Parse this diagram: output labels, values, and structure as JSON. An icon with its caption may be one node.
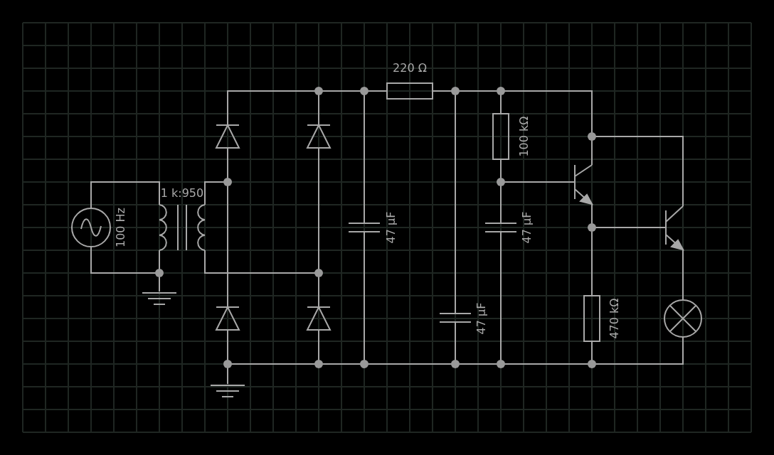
{
  "diagram": {
    "labels": [
      "220 Ω",
      "100 kΩ",
      "1 k:950",
      "100 Hz",
      "47 µF",
      "47 µF",
      "47 µF",
      "470 kΩ"
    ]
  }
}
